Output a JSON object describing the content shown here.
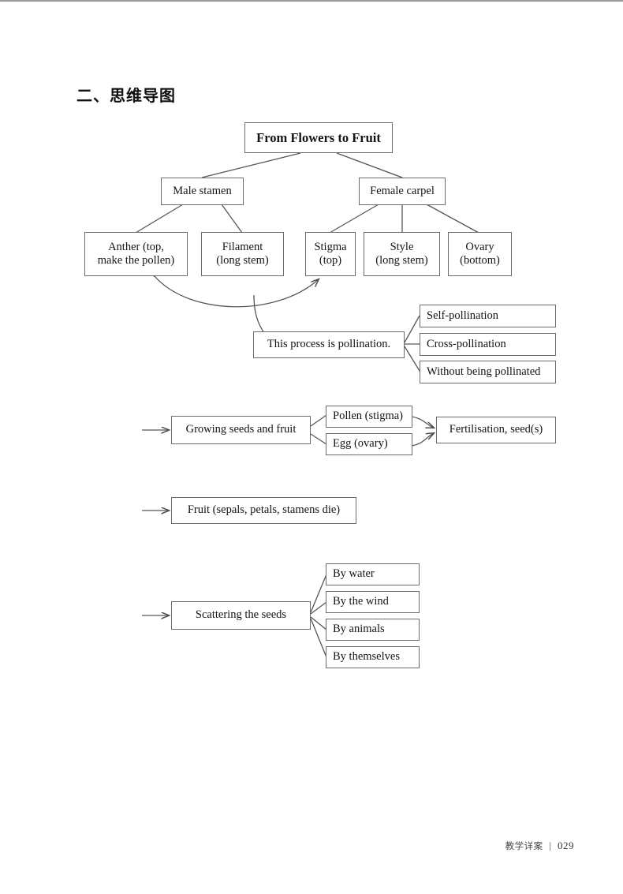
{
  "page": {
    "heading": "二、思维导图",
    "footer_label": "教学详案",
    "footer_separator": "|",
    "footer_page_number": "029",
    "background_color": "#ffffff",
    "box_border_color": "#6e6a68",
    "connector_color": "#5a5553"
  },
  "diagram": {
    "title": "From Flowers to Fruit",
    "nodes": {
      "root": "From Flowers to Fruit",
      "male_stamen": "Male stamen",
      "female_carpel": "Female carpel",
      "anther": "Anther (top,\nmake the pollen)",
      "anther_line1": "Anther (top,",
      "anther_line2": "make the pollen)",
      "filament_line1": "Filament",
      "filament_line2": "(long stem)",
      "stigma_line1": "Stigma",
      "stigma_line2": "(top)",
      "style_line1": "Style",
      "style_line2": "(long stem)",
      "ovary_line1": "Ovary",
      "ovary_line2": "(bottom)",
      "pollination": "This process is pollination.",
      "self_pollination": "Self-pollination",
      "cross_pollination": "Cross-pollination",
      "without_being_pollinated": "Without being pollinated",
      "growing_seeds": "Growing seeds and fruit",
      "pollen_stigma": "Pollen (stigma)",
      "egg_ovary": "Egg (ovary)",
      "fertilisation": "Fertilisation, seed(s)",
      "fruit": "Fruit (sepals, petals, stamens die)",
      "scattering": "Scattering the seeds",
      "by_water": "By water",
      "by_the_wind": "By the wind",
      "by_animals": "By animals",
      "by_themselves": "By themselves"
    }
  },
  "chart_data": {
    "type": "diagram",
    "subtype": "mind-map",
    "title": "From Flowers to Fruit",
    "levels": [
      {
        "level": 1,
        "nodes": [
          "From Flowers to Fruit"
        ]
      },
      {
        "level": 2,
        "nodes": [
          "Male stamen",
          "Female carpel"
        ]
      },
      {
        "level": 3,
        "nodes": [
          "Anther (top, make the pollen)",
          "Filament (long stem)",
          "Stigma (top)",
          "Style (long stem)",
          "Ovary (bottom)"
        ]
      }
    ],
    "edges": [
      {
        "from": "From Flowers to Fruit",
        "to": "Male stamen",
        "style": "line"
      },
      {
        "from": "From Flowers to Fruit",
        "to": "Female carpel",
        "style": "line"
      },
      {
        "from": "Male stamen",
        "to": "Anther (top, make the pollen)",
        "style": "line"
      },
      {
        "from": "Male stamen",
        "to": "Filament (long stem)",
        "style": "line"
      },
      {
        "from": "Female carpel",
        "to": "Stigma (top)",
        "style": "line"
      },
      {
        "from": "Female carpel",
        "to": "Style (long stem)",
        "style": "line"
      },
      {
        "from": "Female carpel",
        "to": "Ovary (bottom)",
        "style": "line"
      },
      {
        "from": "Anther (top, make the pollen)",
        "to": "Stigma (top)",
        "style": "curved-double-arrow"
      },
      {
        "from": "This process is pollination.",
        "to": "Anther-Stigma curve",
        "style": "curve"
      },
      {
        "from": "This process is pollination.",
        "to": "Self-pollination",
        "style": "line"
      },
      {
        "from": "This process is pollination.",
        "to": "Cross-pollination",
        "style": "line"
      },
      {
        "from": "This process is pollination.",
        "to": "Without being pollinated",
        "style": "line"
      },
      {
        "from": "arrow-in",
        "to": "Growing seeds and fruit",
        "style": "arrow"
      },
      {
        "from": "Growing seeds and fruit",
        "to": "Pollen (stigma)",
        "style": "line"
      },
      {
        "from": "Growing seeds and fruit",
        "to": "Egg (ovary)",
        "style": "line"
      },
      {
        "from": "Pollen (stigma)",
        "to": "Fertilisation, seed(s)",
        "style": "arrow"
      },
      {
        "from": "Egg (ovary)",
        "to": "Fertilisation, seed(s)",
        "style": "arrow"
      },
      {
        "from": "arrow-in",
        "to": "Fruit (sepals, petals, stamens die)",
        "style": "arrow"
      },
      {
        "from": "arrow-in",
        "to": "Scattering the seeds",
        "style": "arrow"
      },
      {
        "from": "Scattering the seeds",
        "to": "By water",
        "style": "line"
      },
      {
        "from": "Scattering the seeds",
        "to": "By the wind",
        "style": "line"
      },
      {
        "from": "Scattering the seeds",
        "to": "By animals",
        "style": "line"
      },
      {
        "from": "Scattering the seeds",
        "to": "By themselves",
        "style": "line"
      }
    ]
  }
}
